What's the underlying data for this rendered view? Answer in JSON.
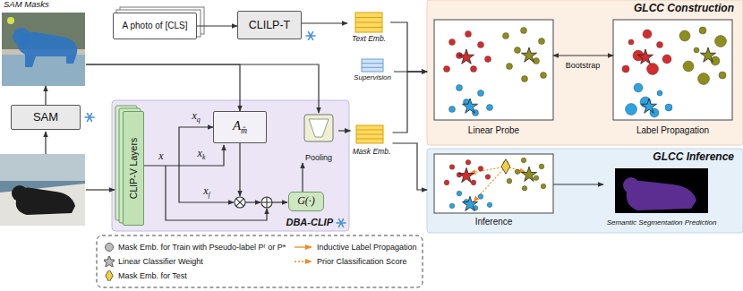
{
  "diagram": {
    "nodes": [
      {
        "text": [
          "SAM Masks"
        ]
      },
      {
        "text": [
          "A photo of [CLS]"
        ]
      },
      {
        "text": [
          "CLILP-T"
        ]
      },
      {
        "text": [
          "Text Emb."
        ]
      },
      {
        "text": [
          "GLCC Construction"
        ]
      },
      {
        "text": [
          "Linear Probe"
        ],
        "in": 4
      },
      {
        "text": [
          "Label Propagation"
        ],
        "in": 4
      },
      {
        "text": [
          "SAM"
        ]
      },
      {
        "text": [
          "Supervision"
        ]
      },
      {
        "text": [
          "DBA-CLIP"
        ]
      },
      {
        "text": [
          "CLIP-V Layers"
        ],
        "in": 9
      },
      {
        "text": [
          "Am̂"
        ],
        "in": 9
      },
      {
        "text": [
          "Pooling"
        ],
        "in": 9
      },
      {
        "text": [
          "G(·)"
        ],
        "in": 9
      },
      {
        "text": [
          "Mask Emb."
        ]
      },
      {
        "text": [
          "GLCC Inference"
        ]
      },
      {
        "text": [
          "Inference"
        ],
        "in": 15
      },
      {
        "text": [
          "Semantic Segmentation Prediction"
        ],
        "in": 15
      }
    ],
    "edges": [
      {
        "from": 7,
        "to": 0,
        "arrow": "to"
      },
      {
        "from": 1,
        "to": 2,
        "arrow": "to"
      },
      {
        "from": 2,
        "to": 3,
        "arrow": "to"
      },
      {
        "from": 0,
        "to": 11,
        "arrow": "to"
      },
      {
        "from": 0,
        "to": 12,
        "arrow": "to"
      },
      {
        "from": 10,
        "to": 11,
        "arrow": "to"
      },
      {
        "from": 13,
        "to": 12,
        "arrow": "to"
      },
      {
        "from": 12,
        "to": 14,
        "arrow": "to"
      },
      {
        "from": 3,
        "to": 4,
        "arrow": "to"
      },
      {
        "from": 8,
        "to": 4,
        "arrow": "to"
      },
      {
        "from": 14,
        "to": 4,
        "arrow": "to"
      },
      {
        "from": 5,
        "to": 6,
        "label": "Bootstrap",
        "arrow": "both"
      },
      {
        "from": 14,
        "to": 15,
        "arrow": "to"
      },
      {
        "from": 16,
        "to": 17,
        "arrow": "to"
      }
    ],
    "labels": [
      "x",
      "xq",
      "xk",
      "xf"
    ],
    "legend": [
      {
        "text": "Mask Emb. for Train with Pseudo-label Pʳ or P*"
      },
      {
        "text": "Inductive Label Propagation"
      },
      {
        "text": "Linear Classifier Weight"
      },
      {
        "text": "Prior Classification Score"
      },
      {
        "text": "Mask Emb. for Test"
      }
    ]
  }
}
